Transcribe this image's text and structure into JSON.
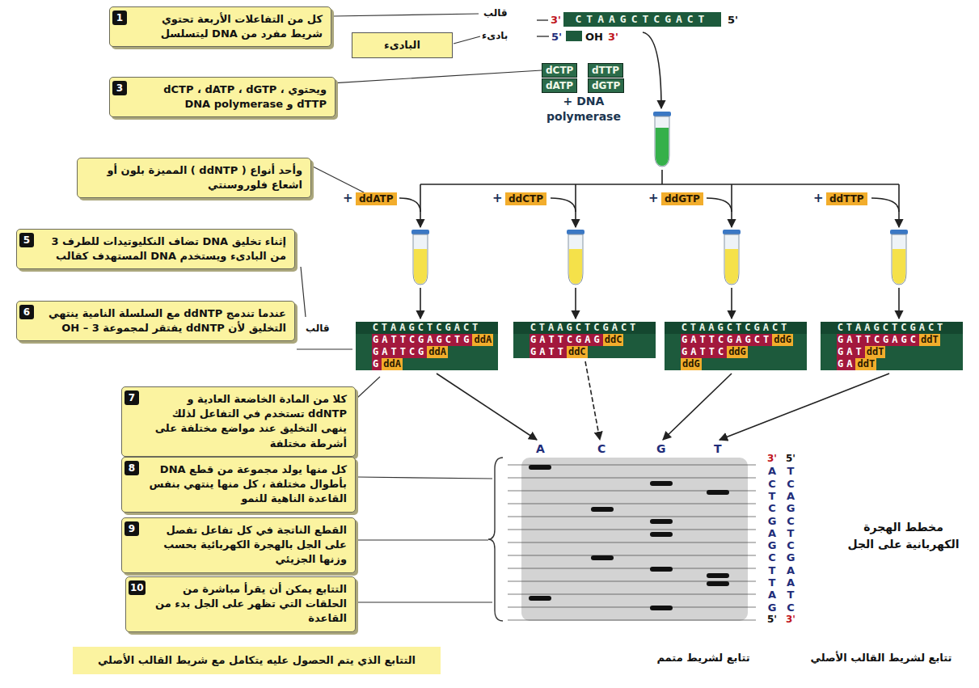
{
  "diagram": {
    "nodes": [
      {
        "text": [
          "كل من التفاعلات الأربعة تحتوي شريط مفرد من DNA ليتسلسل"
        ]
      },
      {
        "text": [
          "البادىء"
        ]
      },
      {
        "text": [
          "CTAAGCTCGACT"
        ]
      },
      {
        "text": [
          "dCTP"
        ]
      },
      {
        "text": [
          "dTTP"
        ]
      },
      {
        "text": [
          "dATP"
        ]
      },
      {
        "text": [
          "dGTP"
        ]
      },
      {
        "text": [
          "ويحتوي dCTP ، dATP ، dGTP ، dTTP و DNA polymerase"
        ]
      },
      {
        "text": [
          "وأحد أنواع ( ddNTP ) المميزة بلون أو اشعاع فلوروسنتي"
        ]
      },
      {
        "text": [
          "ddATP"
        ]
      },
      {
        "text": [
          "ddCTP"
        ]
      },
      {
        "text": [
          "ddGTP"
        ]
      },
      {
        "text": [
          "ddTTP"
        ]
      },
      {
        "text": [
          "إثناء تخليق DNA تضاف النكليوتيدات للطرف 3 من البادىء ويستخدم DNA المستهدف كقالب"
        ]
      },
      {
        "text": [
          "عندما تندمج ddNTP مع السلسلة النامية ينتهي التخليق لأن ddNTP يفتقر لمجموعة OH – 3"
        ]
      },
      {
        "text": [
          "CTAAGCTCGACT"
        ]
      },
      {
        "text": [
          "GATTCGAGCTG",
          "ddA"
        ]
      },
      {
        "text": [
          "GATTCG",
          "ddA"
        ]
      },
      {
        "text": [
          "G",
          "ddA"
        ]
      },
      {
        "text": [
          "CTAAGCTCGACT"
        ]
      },
      {
        "text": [
          "GATTCGAG",
          "ddC"
        ]
      },
      {
        "text": [
          "GATT",
          "ddC"
        ]
      },
      {
        "text": [
          "CTAAGCTCGACT"
        ]
      },
      {
        "text": [
          "GATTCGAGCT",
          "ddG"
        ]
      },
      {
        "text": [
          "GATTC",
          "ddG"
        ]
      },
      {
        "text": [
          "ddG"
        ]
      },
      {
        "text": [
          "CTAAGCTCGACT"
        ]
      },
      {
        "text": [
          "GATTCGAGC",
          "ddT"
        ]
      },
      {
        "text": [
          "GAT",
          "ddT"
        ]
      },
      {
        "text": [
          "GA",
          "ddT"
        ]
      },
      {
        "text": [
          "كلا من المادة الخاضعة العادية و ddNTP تستخدم في التفاعل لذلك ينهى التخليق عند مواضع مختلفة على أشرطة مختلفة"
        ]
      },
      {
        "text": [
          "كل منها يولد مجموعة من قطع DNA بأطوال مختلفة ، كل منها ينتهي بنفس القاعدة الناهية للنمو"
        ]
      },
      {
        "text": [
          "القطع الناتجة في كل تفاعل تفصل على الجل بالهجرة الكهربائية بحسب وزنها الجزيئي"
        ]
      },
      {
        "text": [
          "التتابع يمكن أن يقرأ مباشرة من الحلقات التي تظهر على الجل بدء من القاعدة"
        ]
      },
      {
        "text": [
          "التتابع الذي يتم الحصول عليه يتكامل مع شريط القالب الأصلي"
        ]
      }
    ],
    "edges": [
      {
        "from": 7,
        "to": 3,
        "arrow": "none"
      },
      {
        "from": 8,
        "to": 9,
        "arrow": "none"
      }
    ],
    "labels": [
      "قالب",
      "3'",
      "5'",
      "بادىء",
      "5'",
      "OH",
      "3'",
      "1",
      "3",
      "+ DNA polymerase",
      "+",
      "+",
      "+",
      "+",
      "5",
      "6",
      "قالب",
      "7",
      "8",
      "9",
      "10",
      "A",
      "C",
      "G",
      "T",
      "3'",
      "A",
      "C",
      "T",
      "C",
      "G",
      "A",
      "G",
      "C",
      "T",
      "T",
      "A",
      "G",
      "5'",
      "5'",
      "T",
      "C",
      "A",
      "G",
      "C",
      "T",
      "C",
      "G",
      "A",
      "A",
      "T",
      "C",
      "3'",
      "مخطط الهجرة الكهربانية على الجل",
      "تتابع لشريط متمم",
      "تتابع لشريط القالب الأصلي"
    ]
  }
}
